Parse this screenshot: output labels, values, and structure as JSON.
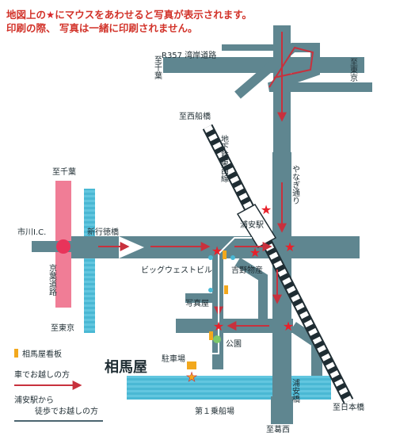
{
  "notice": {
    "line1_before": "地図上の",
    "line1_star": "★",
    "line1_after": "にマウスをあわせると写真が表示されます。",
    "line2": "印刷の際、 写真は一緒に印刷されません。"
  },
  "colors": {
    "road": "#5f8690",
    "highway": "#f07d96",
    "river": "#4ab8d4",
    "car_route": "#c8313d",
    "walk_route": "#ffffff",
    "star": "#e8202a",
    "signboard": "#f2a81d",
    "notice_text": "#d2332a"
  },
  "labels": {
    "r357": "R357 湾岸道路",
    "to_chiba_top": "至千葉",
    "to_tokyo_top": "至東京",
    "to_nishifunabashi": "至西船橋",
    "subway": "地下鉄東西線",
    "yanagi_dori": "やなぎ通り",
    "urayasu_station": "浦安駅",
    "to_chiba_left": "至千葉",
    "ichikawa_ic": "市川I.C.",
    "shingyotoku_bridge": "新行徳橋",
    "keiyo_road": "京葉道路",
    "to_tokyo_left": "至東京",
    "big_west_building": "ビッグウェストビル",
    "yoshino_bussan": "吉野物産",
    "photo_studio": "写真屋",
    "park": "公園",
    "parking": "駐車場",
    "restaurant_name": "相馬屋",
    "first_boarding_pier": "第１乗船場",
    "urayasu_bridge": "浦安橋",
    "to_nihonbashi": "至日本橋",
    "to_kasai": "至葛西"
  },
  "legend": {
    "signboard": "相馬屋看板",
    "by_car": "車でお越しの方",
    "walk_line1": "浦安駅から",
    "walk_line2": "徒歩でお越しの方"
  },
  "icons": {
    "landmark": "star-icon",
    "signboard": "signboard-icon",
    "boarding_pier": "pier-star-icon"
  }
}
